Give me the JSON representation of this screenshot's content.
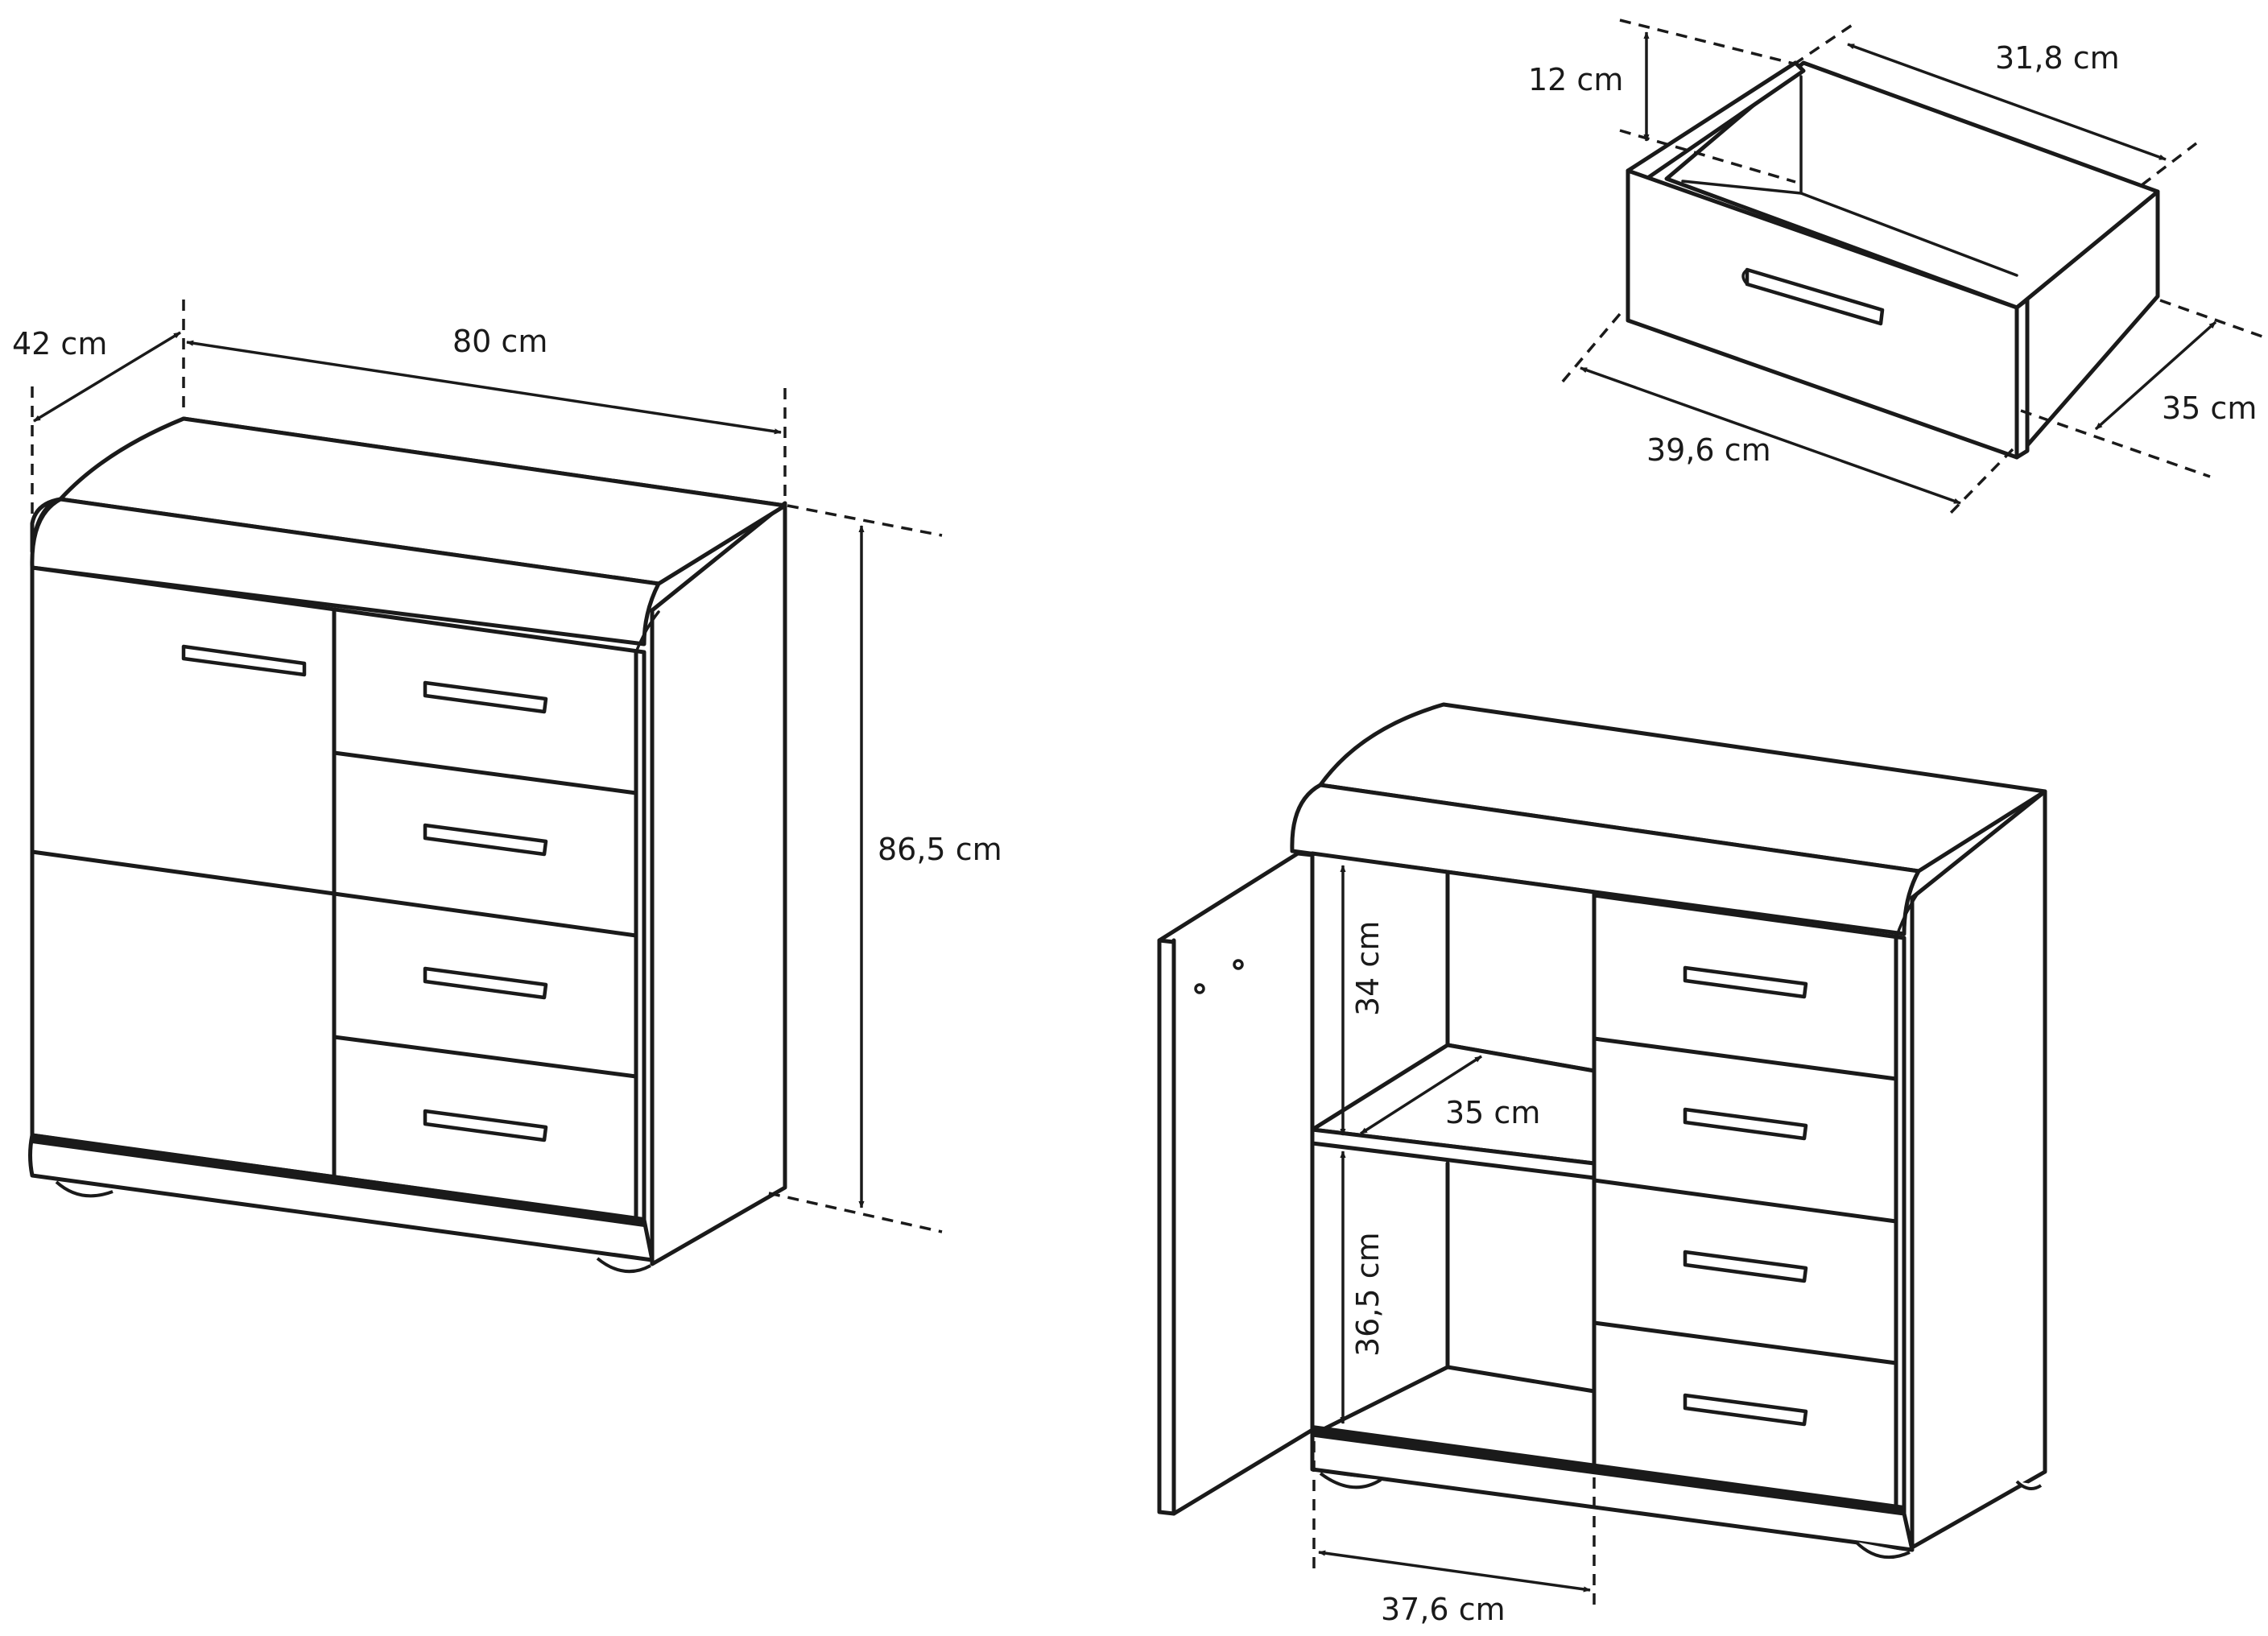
{
  "dimensions": {
    "depth": "42 cm",
    "width": "80 cm",
    "height": "86,5 cm",
    "drawer_height": "12 cm",
    "drawer_inner_width": "31,8 cm",
    "drawer_front_width": "39,6 cm",
    "drawer_depth": "35 cm",
    "upper_compartment_height": "34 cm",
    "shelf_depth": "35 cm",
    "lower_compartment_height": "36,5 cm",
    "compartment_width": "37,6 cm"
  }
}
